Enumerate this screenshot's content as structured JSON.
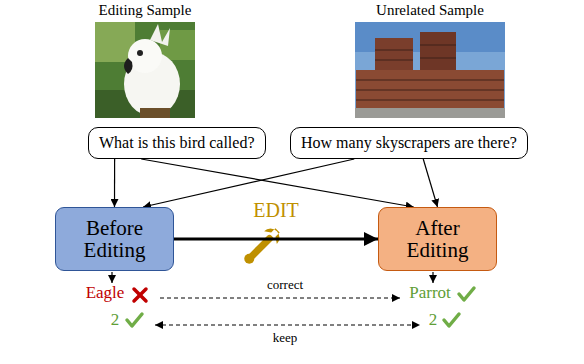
{
  "diagram": {
    "nodes": [
      {
        "text": [
          "What is this bird called?"
        ]
      },
      {
        "text": [
          "How many skyscrapers are there?"
        ]
      },
      {
        "text": [
          "Before Editing"
        ]
      },
      {
        "text": [
          "After Editing"
        ]
      }
    ],
    "edges": [
      {
        "from": 0,
        "to": 2,
        "arrow": "to"
      },
      {
        "from": 0,
        "to": 3,
        "arrow": "to"
      },
      {
        "from": 1,
        "to": 2,
        "arrow": "to"
      },
      {
        "from": 1,
        "to": 3,
        "arrow": "to"
      },
      {
        "from": 2,
        "to": 3,
        "label": "EDIT",
        "arrow": "to"
      }
    ],
    "labels": [
      "Editing Sample",
      "Unrelated Sample",
      "Eagle",
      "2",
      "Parrot",
      "2",
      "correct",
      "keep"
    ]
  }
}
